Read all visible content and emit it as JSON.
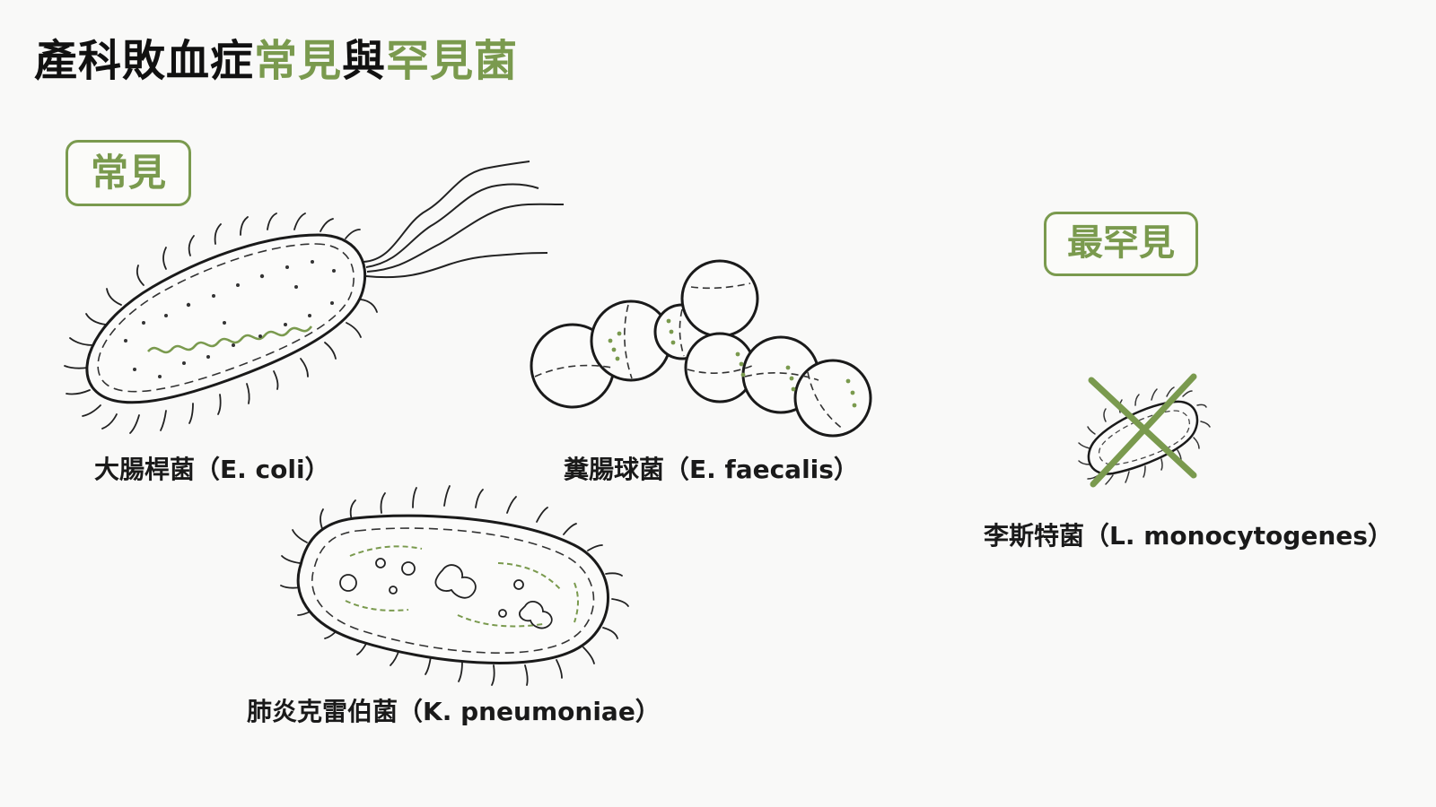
{
  "title": {
    "part1": "產科敗血症",
    "part2": "常見",
    "part3": "與",
    "part4": "罕見菌"
  },
  "tags": {
    "common": "常見",
    "rarest": "最罕見"
  },
  "organisms": {
    "ecoli": "大腸桿菌（E. coli）",
    "efaecalis": "糞腸球菌（E. faecalis）",
    "kpneumoniae": "肺炎克雷伯菌（K. pneumoniae）",
    "listeria": "李斯特菌（L. monocytogenes）"
  },
  "colors": {
    "accent": "#7a9a4e",
    "ink": "#1a1a1a",
    "background": "#f9f9f8"
  }
}
